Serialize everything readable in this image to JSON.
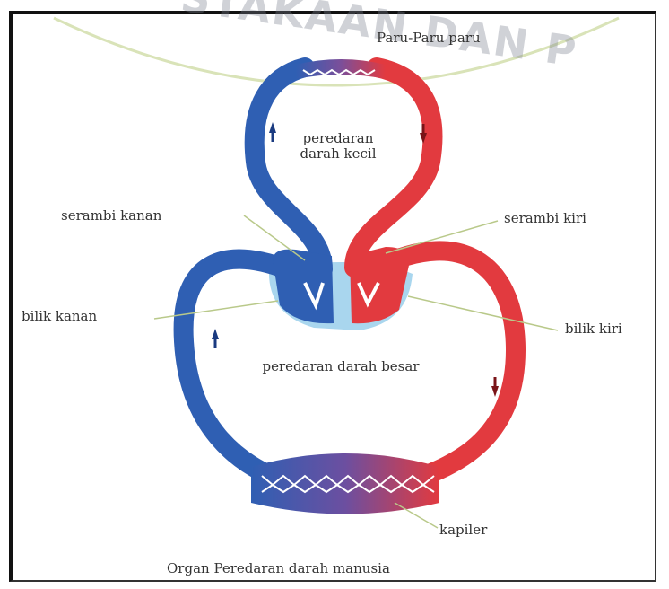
{
  "watermark": "STAKAAN DAN P",
  "labels": {
    "lung_capillary": "Paru-Paru paru",
    "small_circulation": "peredaran darah kecil",
    "right_atrium": "serambi kanan",
    "left_atrium": "serambi kiri",
    "right_ventricle": "bilik kanan",
    "left_ventricle": "bilik kiri",
    "large_circulation": "peredaran darah besar",
    "capillary": "kapiler",
    "caption": "Organ Peredaran darah manusia"
  },
  "colors": {
    "deoxygenated": "#2f5fb3",
    "oxygenated": "#e23a3f",
    "heart_bg": "#a9d6ee",
    "leader_line": "#b9c98a"
  }
}
